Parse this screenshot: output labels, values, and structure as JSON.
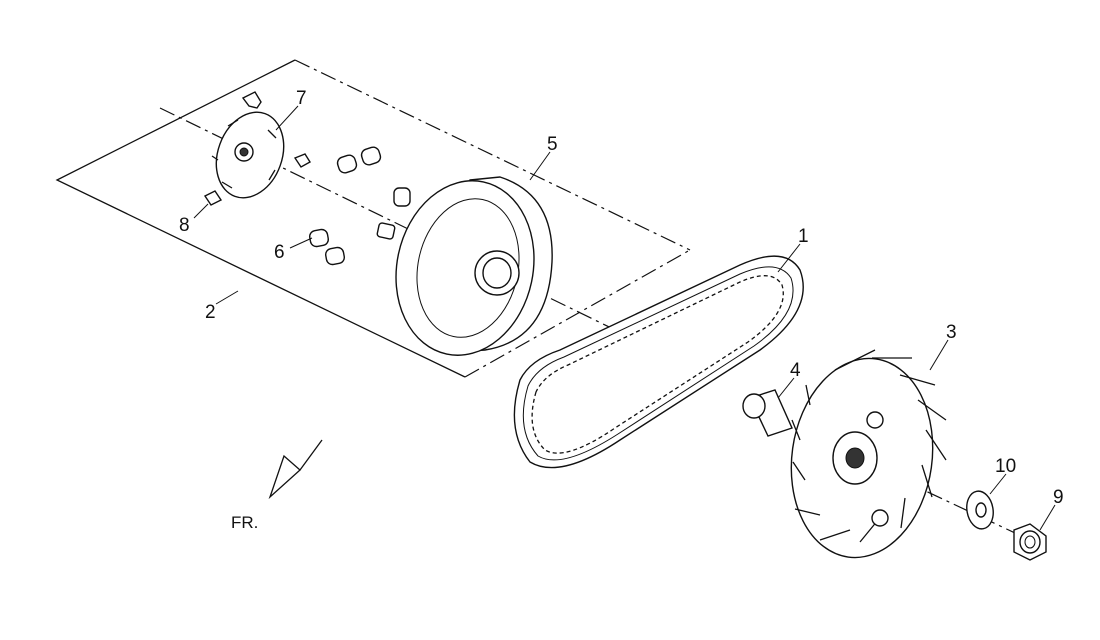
{
  "direction_label": "FR.",
  "callouts": [
    {
      "id": "1",
      "text": "1"
    },
    {
      "id": "2",
      "text": "2"
    },
    {
      "id": "3",
      "text": "3"
    },
    {
      "id": "4",
      "text": "4"
    },
    {
      "id": "5",
      "text": "5"
    },
    {
      "id": "6",
      "text": "6"
    },
    {
      "id": "7",
      "text": "7"
    },
    {
      "id": "8",
      "text": "8"
    },
    {
      "id": "9",
      "text": "9"
    },
    {
      "id": "10",
      "text": "10"
    }
  ]
}
